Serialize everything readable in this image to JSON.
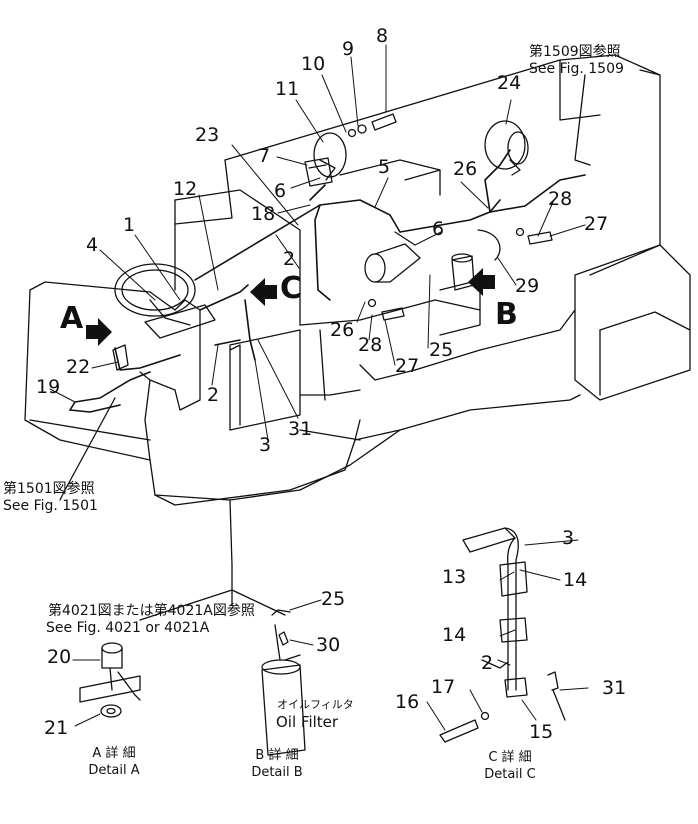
{
  "callouts": {
    "n1": "1",
    "n2a": "2",
    "n2b": "2",
    "n2c": "2",
    "n3a": "3",
    "n3b": "3",
    "n4": "4",
    "n5": "5",
    "n6a": "6",
    "n6b": "6",
    "n7": "7",
    "n8": "8",
    "n9": "9",
    "n10": "10",
    "n11": "11",
    "n12": "12",
    "n13": "13",
    "n14a": "14",
    "n14b": "14",
    "n15": "15",
    "n16": "16",
    "n17": "17",
    "n18": "18",
    "n19": "19",
    "n20": "20",
    "n21": "21",
    "n22": "22",
    "n23": "23",
    "n24": "24",
    "n25a": "25",
    "n25b": "25",
    "n26a": "26",
    "n26b": "26",
    "n27a": "27",
    "n27b": "27",
    "n28a": "28",
    "n28b": "28",
    "n29": "29",
    "n30": "30",
    "n31a": "31",
    "n31b": "31"
  },
  "view_letters": {
    "a": "A",
    "b": "B",
    "c": "C"
  },
  "references": {
    "fig1509_jp": "第1509図参照",
    "fig1509_en": "See Fig. 1509",
    "fig1501_jp": "第1501図参照",
    "fig1501_en": "See Fig. 1501",
    "fig4021_jp": "第4021図または第4021A図参照",
    "fig4021_en": "See Fig. 4021 or 4021A"
  },
  "details": {
    "a_jp": "A 詳 細",
    "a_en": "Detail A",
    "b_jp": "B 詳 細",
    "b_en": "Detail B",
    "c_jp": "C 詳 細",
    "c_en": "Detail C"
  },
  "oil_filter": {
    "jp": "オイルフィルタ",
    "en": "Oil Filter"
  }
}
